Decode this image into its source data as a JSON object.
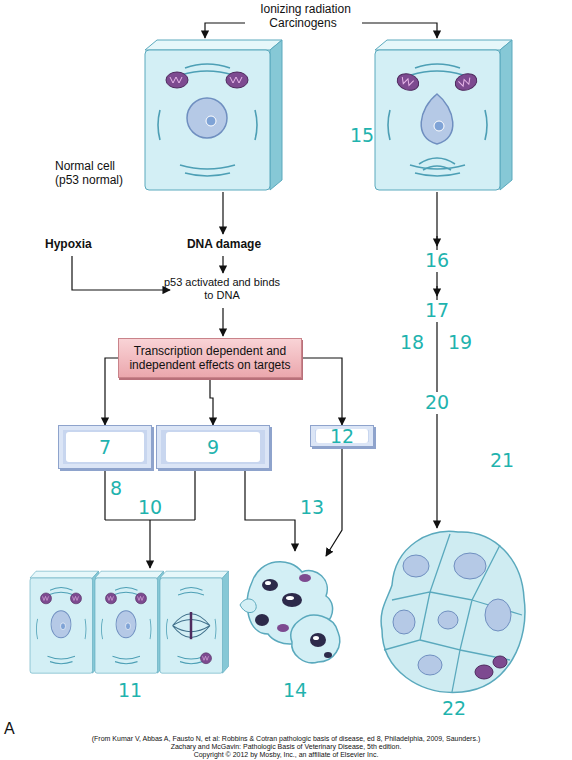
{
  "diagram": {
    "caption": "(From Kumar V, Abbas A, Fausto N, et al: Robbins & Cotran pathologic basis of disease, ed 8, Philadelphia, 2009, Saunders.)",
    "nodes": [
      {
        "text": [
          "Transcription dependent and independent effects on targets"
        ]
      },
      {
        "text": [
          "7"
        ]
      },
      {
        "text": [
          "9"
        ]
      },
      {
        "text": [
          "12"
        ]
      }
    ],
    "edges": [
      {
        "from": 0,
        "to": 1,
        "arrow": "to"
      },
      {
        "from": 0,
        "to": 2,
        "arrow": "to"
      },
      {
        "from": 0,
        "to": 3,
        "arrow": "to"
      }
    ],
    "labels": [
      "Ionizing radiation",
      "Carcinogens",
      "Normal cell (p53 normal)",
      "Hypoxia",
      "DNA damage",
      "p53 activated and binds to DNA",
      "8",
      "10",
      "11",
      "13",
      "14",
      "15",
      "16",
      "17",
      "18",
      "19",
      "20",
      "21",
      "22",
      "A",
      "Zachary and McGavin: Pathologic Basis of Veterinary Disease, 5th edition.",
      "Copyright © 2012 by Mosby, Inc., an affiliate of Elsevier Inc."
    ]
  }
}
